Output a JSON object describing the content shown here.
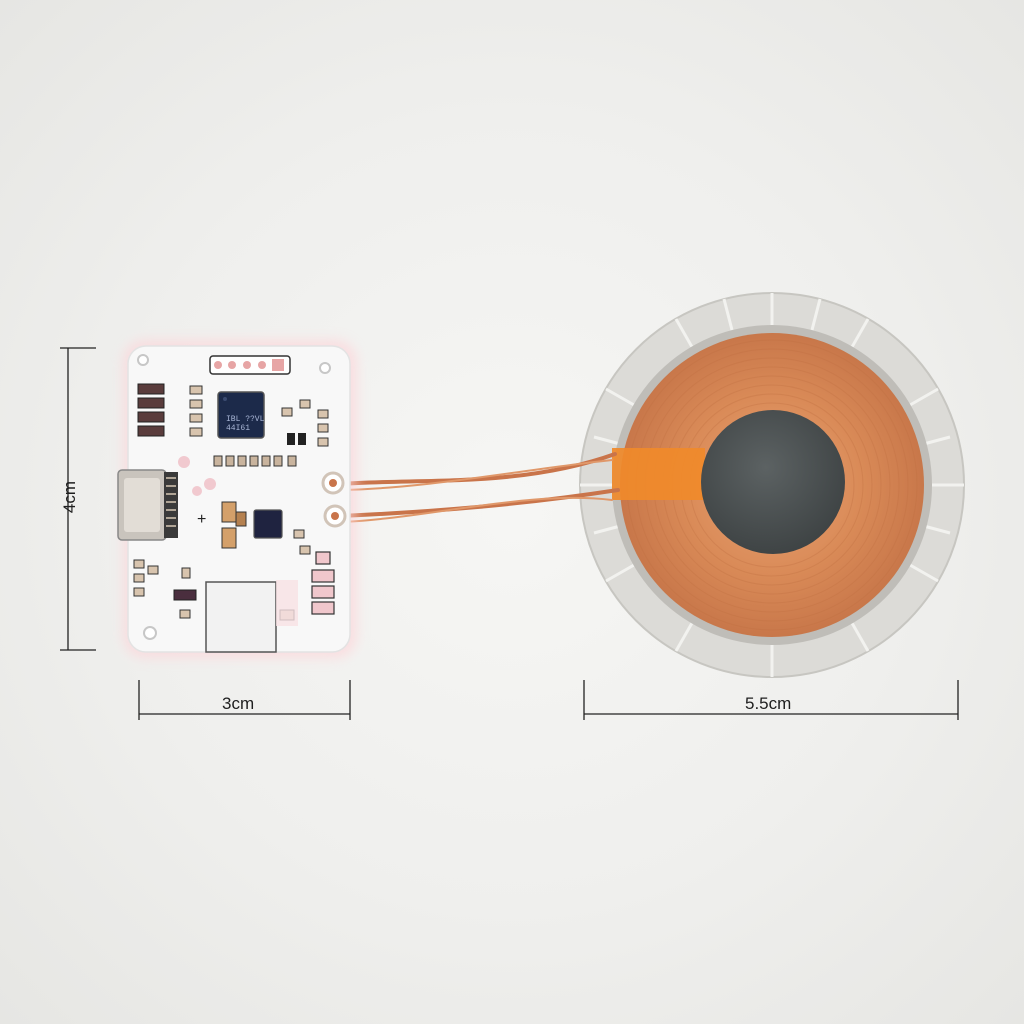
{
  "dimensions": {
    "board_height": "4cm",
    "board_width": "3cm",
    "coil_diameter": "5.5cm"
  },
  "board": {
    "chip_marking_line1": "IBL ??VL",
    "chip_marking_line2": "44I61",
    "polarity_mark": "+"
  },
  "colors": {
    "background": "#eeeeec",
    "pcb": "#f7f7f7",
    "copper_coil": "#d68a5a",
    "ferrite_core": "#4c5152",
    "magnet_ring": "#d9d8d4",
    "flex_tab": "#f08a2a",
    "dimension_line": "#222222"
  }
}
